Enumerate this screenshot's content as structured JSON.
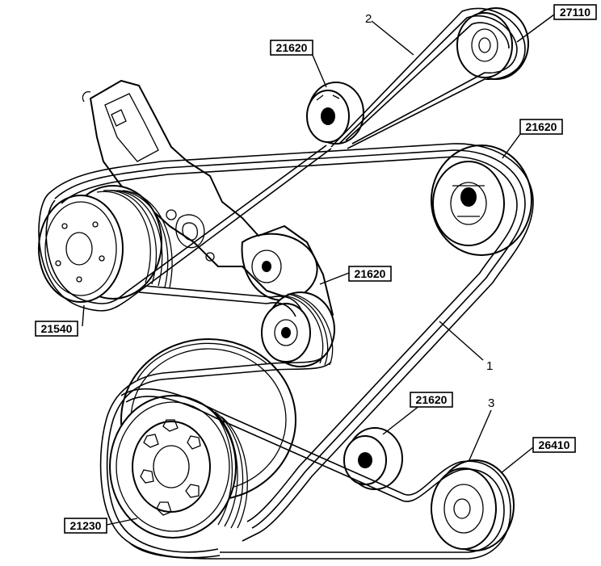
{
  "diagram": {
    "labels": {
      "tensioner_top": "21620",
      "pulley_top_right": "27110",
      "idler_right": "21620",
      "tensioner_mid": "21620",
      "alternator": "21540",
      "idler_lower": "21620",
      "ac_compressor": "26410",
      "crankshaft": "21230"
    },
    "belt_numbers": {
      "belt_2": "2",
      "belt_1": "1",
      "belt_3": "3"
    }
  }
}
